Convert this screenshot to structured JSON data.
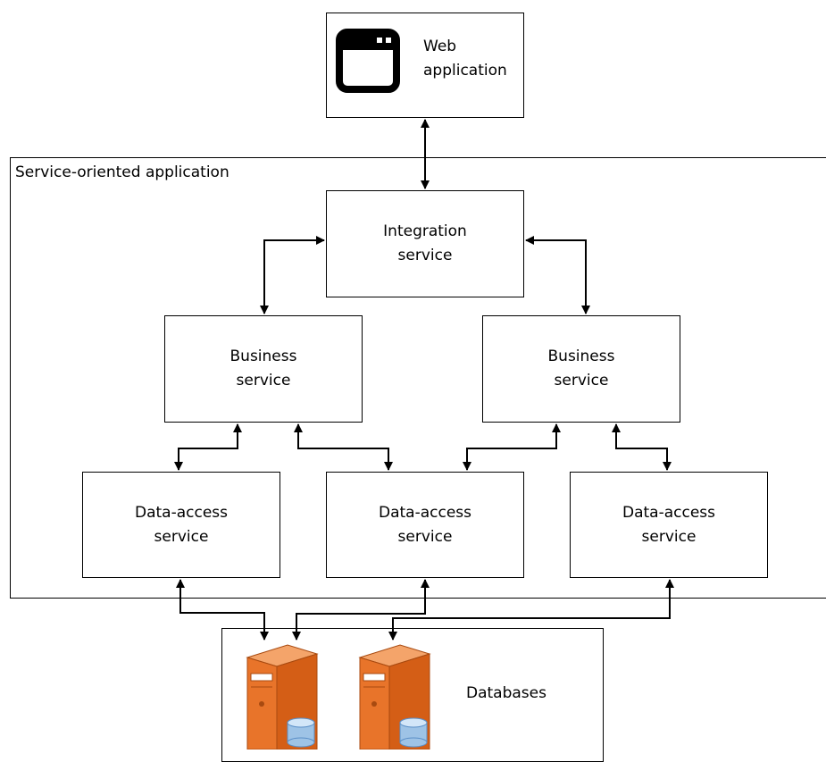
{
  "web_app": {
    "line1": "Web",
    "line2": "application",
    "icon": "browser-window-icon"
  },
  "soa": {
    "label": "Service-oriented application"
  },
  "integration": {
    "line1": "Integration",
    "line2": "service"
  },
  "business": [
    {
      "line1": "Business",
      "line2": "service"
    },
    {
      "line1": "Business",
      "line2": "service"
    }
  ],
  "data_access": [
    {
      "line1": "Data-access",
      "line2": "service"
    },
    {
      "line1": "Data-access",
      "line2": "service"
    },
    {
      "line1": "Data-access",
      "line2": "service"
    }
  ],
  "databases": {
    "label": "Databases",
    "icon": "database-server-icon"
  },
  "colors": {
    "server_orange": "#e8742a",
    "server_light": "#f4a46a",
    "cylinder": "#9ec3e6"
  }
}
